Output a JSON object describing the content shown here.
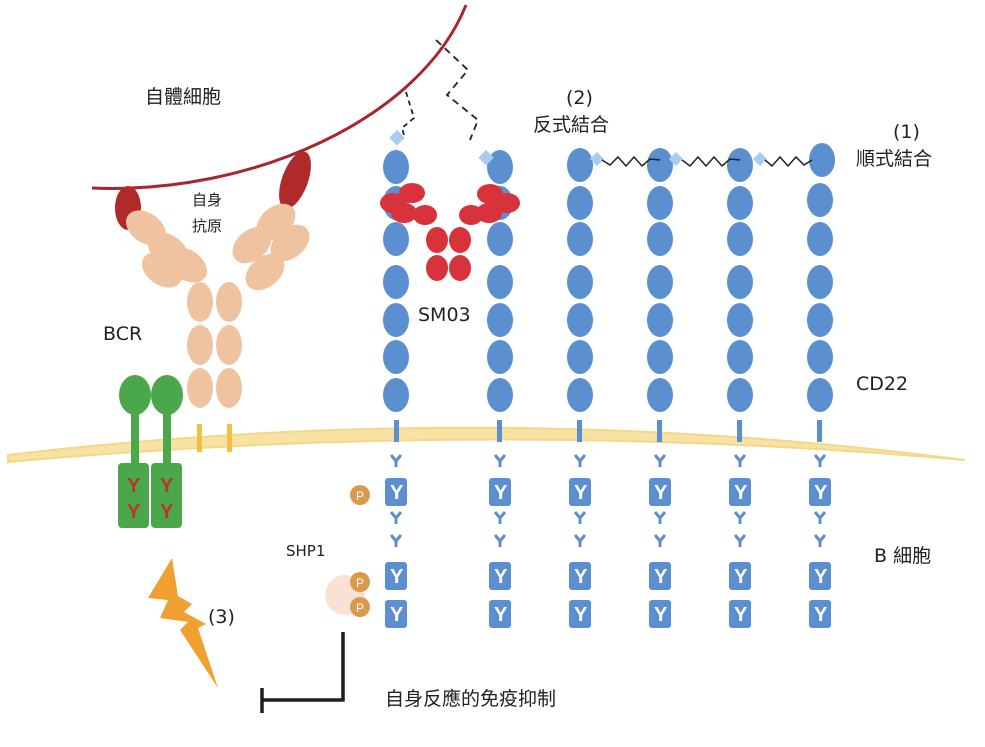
{
  "labels": {
    "self_cell": "自體細胞",
    "self_antigen": [
      "自身",
      "抗原"
    ],
    "trans_num": "(2)",
    "trans": "反式結合",
    "cis_num": "(1)",
    "cis": "順式結合",
    "bcr": "BCR",
    "sm03": "SM03",
    "cd22": "CD22",
    "b_cell": "B 細胞",
    "shp1": "SHP1",
    "step3": "(3)",
    "suppression": "自身反應的免疫抑制",
    "itim_glyph": "Y",
    "itam_glyph": "Y",
    "phospho_glyph": "P"
  },
  "colors": {
    "cell_membrane": "#a8272e",
    "antigen": "#b02a2a",
    "bcr_chain": "#f0c3a0",
    "bcr_signal": "#4aa84a",
    "cd22": "#5b8fd0",
    "sialic": "#a9cdf0",
    "sm03": "#d8333a",
    "b_membrane": "#f7e2a4",
    "phospho": "#d99a4e",
    "lightning": "#f0a030",
    "inhibit": "#1e1e1e"
  }
}
